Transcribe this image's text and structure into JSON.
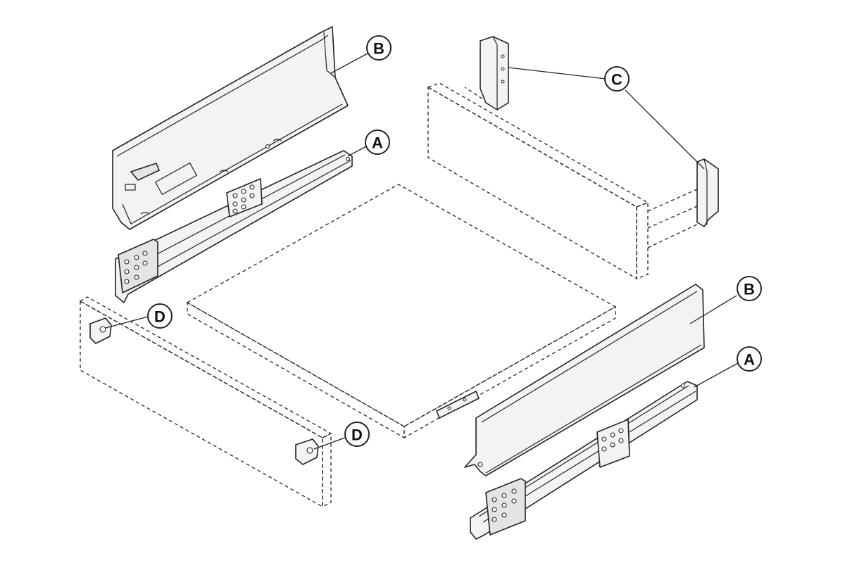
{
  "callouts": {
    "b_top": "B",
    "a_top": "A",
    "c": "C",
    "d_top": "D",
    "b_bottom": "B",
    "a_bottom": "A",
    "d_bottom": "D"
  }
}
